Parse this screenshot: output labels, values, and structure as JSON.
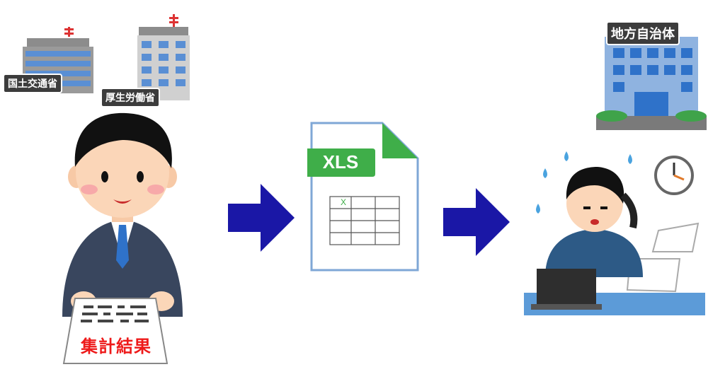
{
  "buildings": {
    "mlit_label": "国土交通省",
    "mhlw_label": "厚生労働省",
    "local_gov_label": "地方自治体"
  },
  "document": {
    "result_label": "集計結果"
  },
  "file": {
    "type_label": "XLS",
    "cell_mark": "X",
    "accent_color": "#3fae49"
  },
  "colors": {
    "arrow": "#1a17a6",
    "label_bg": "#3c3c3c",
    "result_text": "#ee1a1a",
    "suit": "#39465e",
    "building_blue": "#5a8fd4"
  }
}
